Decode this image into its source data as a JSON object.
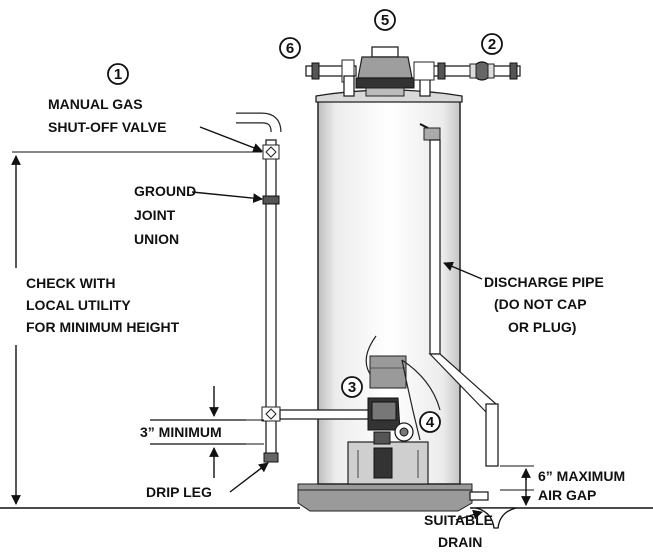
{
  "callouts": [
    {
      "num": "1"
    },
    {
      "num": "2"
    },
    {
      "num": "3"
    },
    {
      "num": "4"
    },
    {
      "num": "5"
    },
    {
      "num": "6"
    }
  ],
  "labels": {
    "gas_valve": [
      "MANUAL GAS",
      "SHUT-OFF VALVE"
    ],
    "union": [
      "GROUND",
      "JOINT",
      "UNION"
    ],
    "check": [
      "CHECK WITH",
      "LOCAL UTILITY",
      "FOR MINIMUM HEIGHT"
    ],
    "discharge": [
      "DISCHARGE PIPE",
      "(DO NOT CAP",
      "OR PLUG)"
    ],
    "minimum": "3” MINIMUM",
    "drip_leg": "DRIP LEG",
    "air_gap": [
      "6” MAXIMUM",
      "AIR GAP"
    ],
    "drain": [
      "SUITABLE",
      "DRAIN"
    ]
  }
}
